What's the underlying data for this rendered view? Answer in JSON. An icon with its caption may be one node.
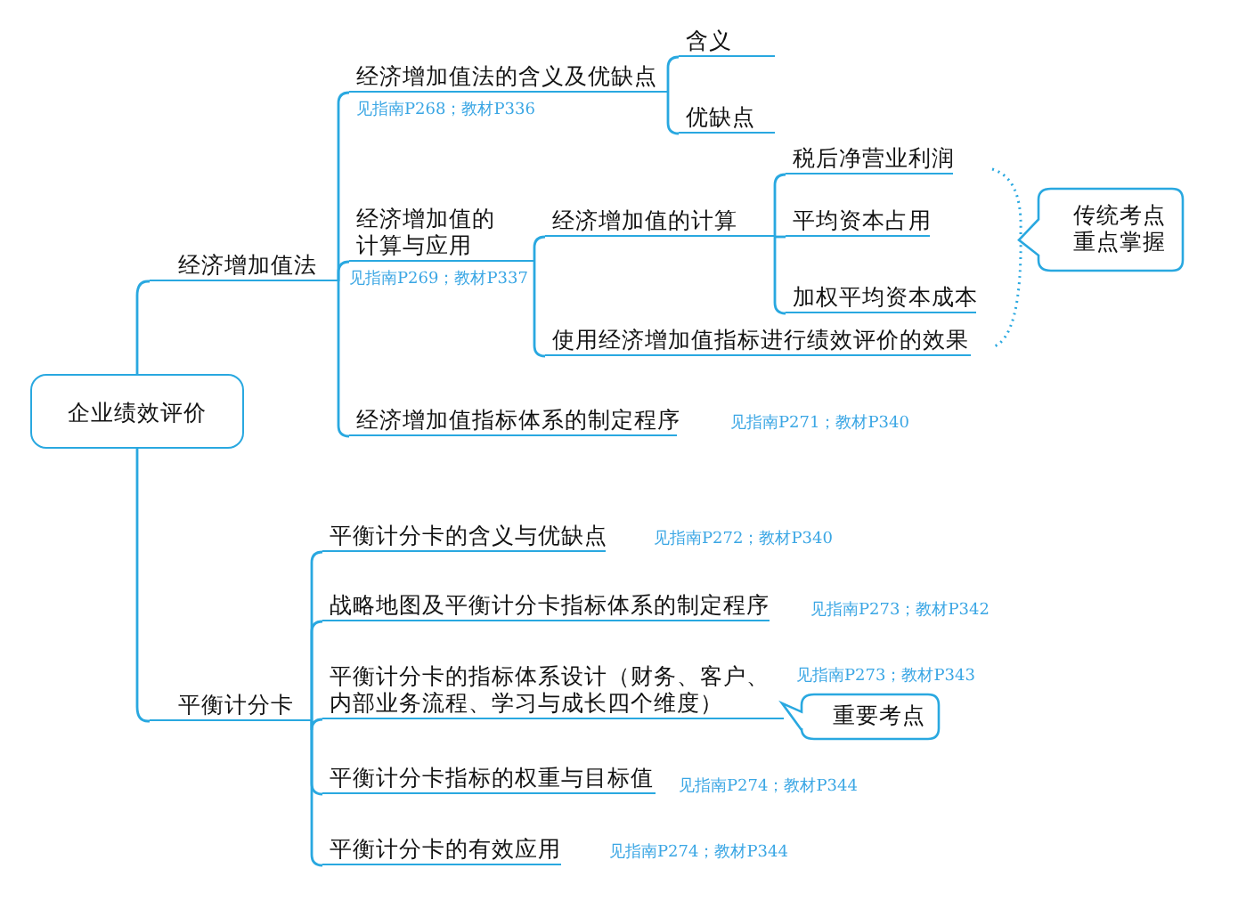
{
  "diagram": {
    "nodes": [
      {
        "text": [
          "企业绩效评价"
        ]
      },
      {
        "text": [
          "经济增加值法"
        ]
      },
      {
        "text": [
          "经济增加值法的含义及优缺点"
        ],
        "beside": [
          "见指南P268；教材P336"
        ]
      },
      {
        "text": [
          "含义"
        ]
      },
      {
        "text": [
          "优缺点"
        ]
      },
      {
        "text": [
          "经济增加值的计算与应用"
        ],
        "beside": [
          "见指南P269；教材P337"
        ]
      },
      {
        "text": [
          "经济增加值的计算"
        ]
      },
      {
        "text": [
          "税后净营业利润"
        ]
      },
      {
        "text": [
          "平均资本占用"
        ]
      },
      {
        "text": [
          "加权平均资本成本"
        ]
      },
      {
        "text": [
          "使用经济增加值指标进行绩效评价的效果"
        ]
      },
      {
        "text": [
          "经济增加值指标体系的制定程序"
        ],
        "beside": [
          "见指南P271；教材P340"
        ]
      },
      {
        "text": [
          "传统考点重点掌握"
        ]
      },
      {
        "text": [
          "平衡计分卡"
        ]
      },
      {
        "text": [
          "平衡计分卡的含义与优缺点"
        ],
        "beside": [
          "见指南P272；教材P340"
        ]
      },
      {
        "text": [
          "战略地图及平衡计分卡指标体系的制定程序"
        ],
        "beside": [
          "见指南P273；教材P342"
        ]
      },
      {
        "text": [
          "平衡计分卡的指标体系设计（财务、客户、内部业务流程、学习与成长四个维度）"
        ],
        "beside": [
          "见指南P273；教材P343"
        ]
      },
      {
        "text": [
          "重要考点"
        ]
      },
      {
        "text": [
          "平衡计分卡指标的权重与目标值"
        ],
        "beside": [
          "见指南P274；教材P344"
        ]
      },
      {
        "text": [
          "平衡计分卡的有效应用"
        ],
        "beside": [
          "见指南P274；教材P344"
        ]
      }
    ],
    "edges": [
      {
        "from": 0,
        "to": 1,
        "arrow": "none"
      },
      {
        "from": 0,
        "to": 13,
        "arrow": "none"
      },
      {
        "from": 1,
        "to": 2,
        "arrow": "none"
      },
      {
        "from": 1,
        "to": 5,
        "arrow": "none"
      },
      {
        "from": 1,
        "to": 11,
        "arrow": "none"
      },
      {
        "from": 2,
        "to": 3,
        "arrow": "none"
      },
      {
        "from": 2,
        "to": 4,
        "arrow": "none"
      },
      {
        "from": 5,
        "to": 6,
        "arrow": "none"
      },
      {
        "from": 5,
        "to": 10,
        "arrow": "none"
      },
      {
        "from": 6,
        "to": 7,
        "arrow": "none"
      },
      {
        "from": 6,
        "to": 8,
        "arrow": "none"
      },
      {
        "from": 6,
        "to": 9,
        "arrow": "none"
      },
      {
        "from": 13,
        "to": 14,
        "arrow": "none"
      },
      {
        "from": 13,
        "to": 15,
        "arrow": "none"
      },
      {
        "from": 13,
        "to": 16,
        "arrow": "none"
      },
      {
        "from": 13,
        "to": 18,
        "arrow": "none"
      },
      {
        "from": 13,
        "to": 19,
        "arrow": "none"
      }
    ]
  }
}
